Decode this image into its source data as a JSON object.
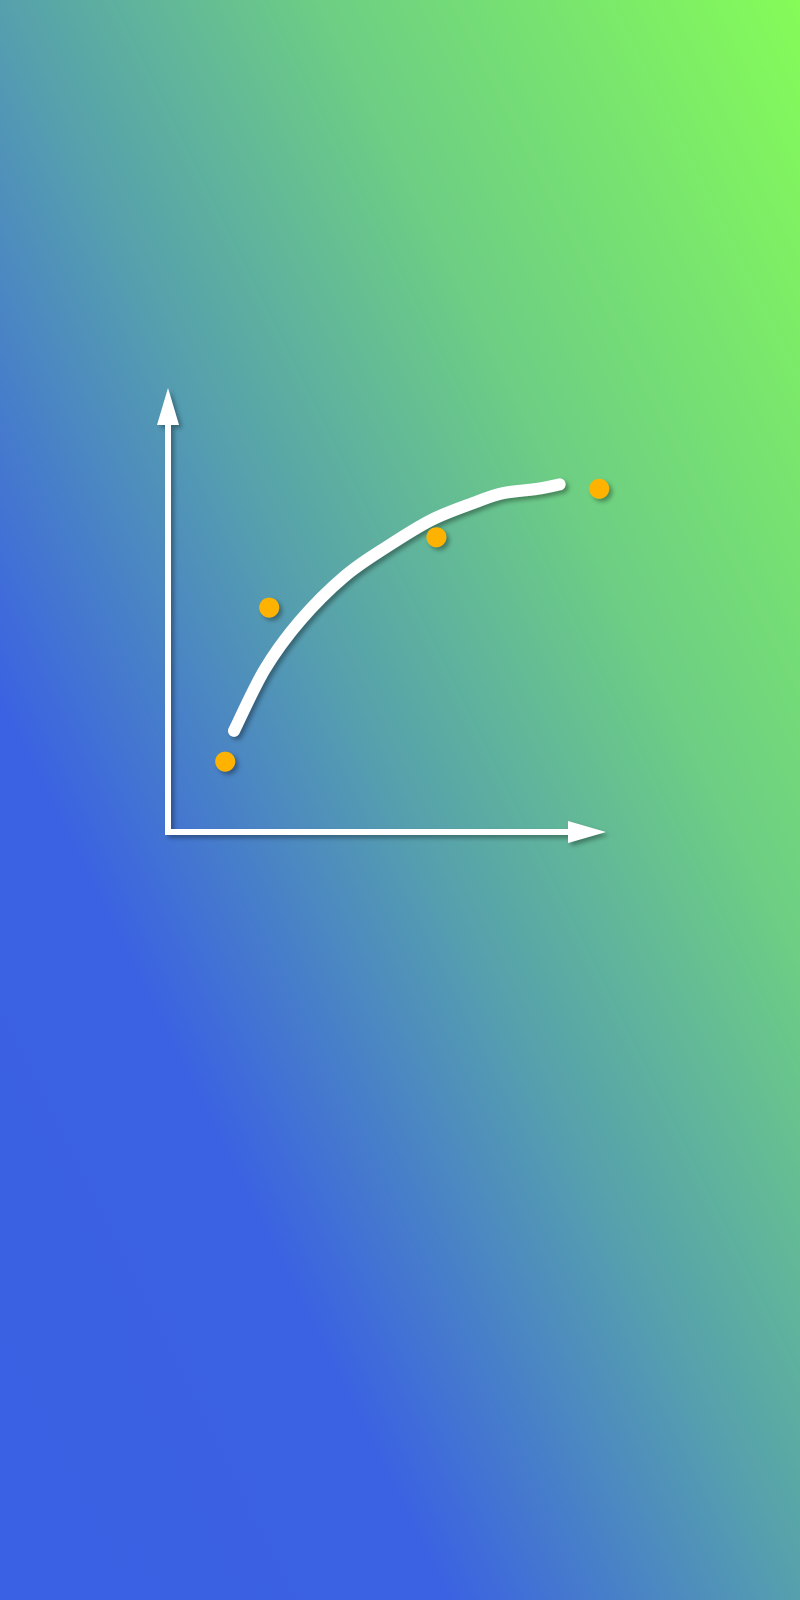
{
  "colors": {
    "background_start": "#3a60e3",
    "background_end": "#85fc58",
    "axis": "#ffffff",
    "curve": "#ffffff",
    "points": "#ffb300"
  },
  "icons": {
    "x_axis_arrow": "arrow-right-icon",
    "y_axis_arrow": "arrow-up-icon"
  },
  "chart_data": {
    "type": "scatter",
    "title": "",
    "xlabel": "",
    "ylabel": "",
    "xlim": [
      0,
      10
    ],
    "ylim": [
      0,
      10
    ],
    "grid": false,
    "legend": "none",
    "series": [
      {
        "kind": "points",
        "x": [
          1.3,
          2.3,
          6.1,
          9.8
        ],
        "y": [
          1.6,
          5.1,
          6.7,
          7.8
        ]
      },
      {
        "kind": "fit-curve",
        "x": [
          1.5,
          2.2,
          3.0,
          4.0,
          5.0,
          6.0,
          7.0,
          7.6,
          8.4,
          8.9
        ],
        "y": [
          2.3,
          3.7,
          4.8,
          5.8,
          6.5,
          7.1,
          7.5,
          7.7,
          7.8,
          7.9
        ]
      }
    ]
  }
}
